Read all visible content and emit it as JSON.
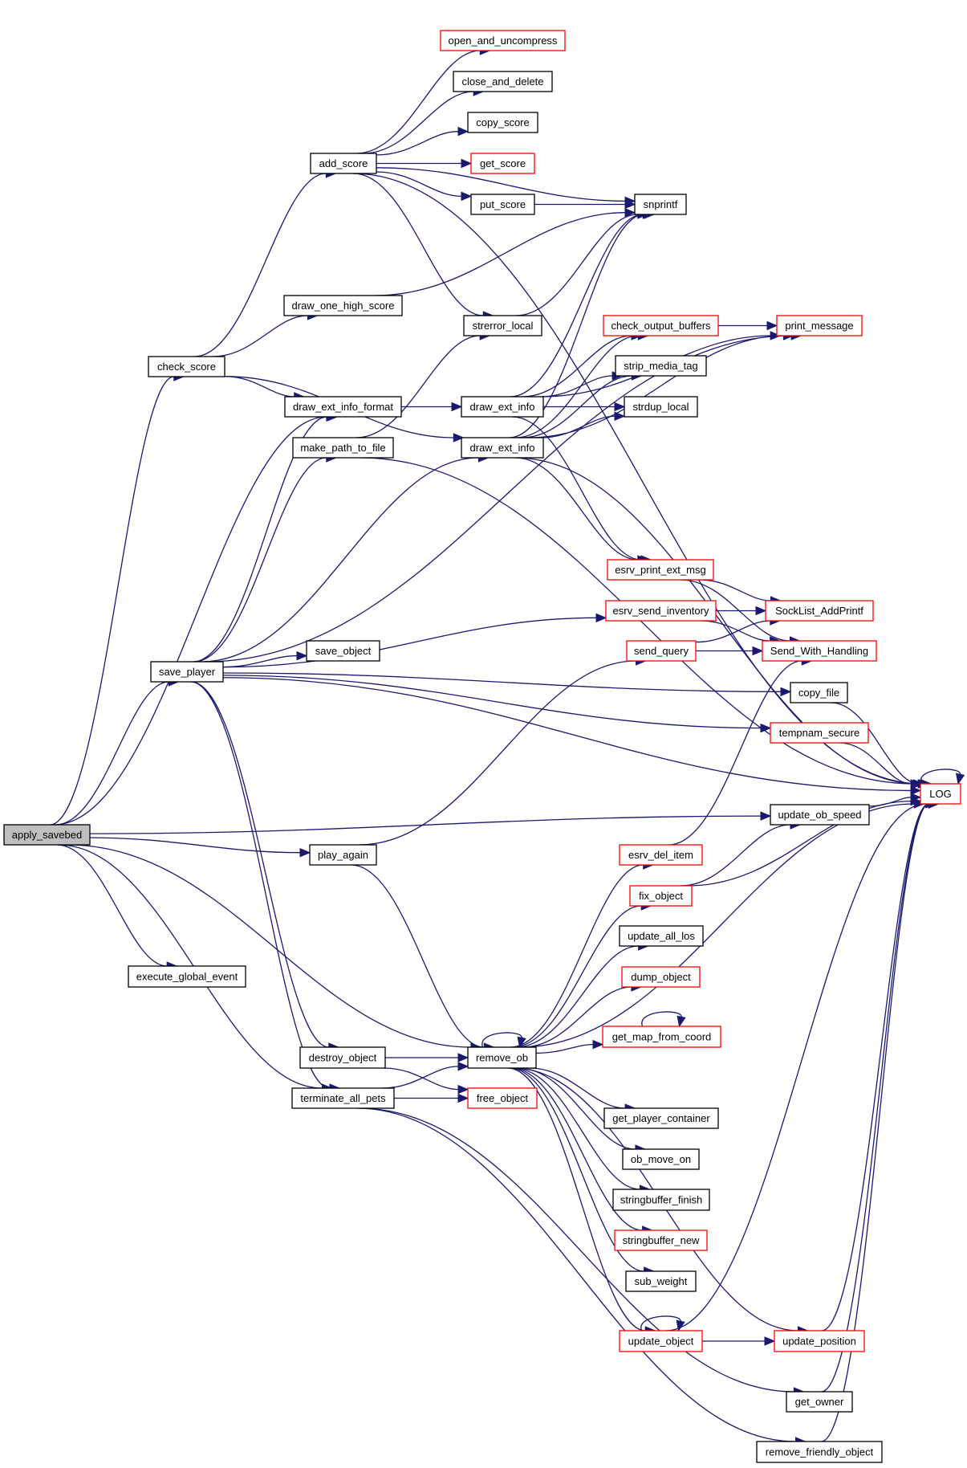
{
  "title": "apply_savebed call graph",
  "colors": {
    "edge": "#191970",
    "truncated_border": "#ff0000",
    "normal_border": "#000000",
    "root_fill": "#bfbfbf"
  },
  "nodes": [
    {
      "id": "apply_savebed",
      "label": "apply_savebed",
      "kind": "root"
    },
    {
      "id": "check_score",
      "label": "check_score",
      "kind": "normal"
    },
    {
      "id": "add_score",
      "label": "add_score",
      "kind": "normal"
    },
    {
      "id": "open_and_uncompress",
      "label": "open_and_uncompress",
      "kind": "truncated"
    },
    {
      "id": "close_and_delete",
      "label": "close_and_delete",
      "kind": "normal"
    },
    {
      "id": "copy_score",
      "label": "copy_score",
      "kind": "normal"
    },
    {
      "id": "get_score",
      "label": "get_score",
      "kind": "truncated"
    },
    {
      "id": "put_score",
      "label": "put_score",
      "kind": "normal"
    },
    {
      "id": "snprintf",
      "label": "snprintf",
      "kind": "normal"
    },
    {
      "id": "draw_one_high_score",
      "label": "draw_one_high_score",
      "kind": "normal"
    },
    {
      "id": "strerror_local",
      "label": "strerror_local",
      "kind": "normal"
    },
    {
      "id": "check_output_buffers",
      "label": "check_output_buffers",
      "kind": "truncated"
    },
    {
      "id": "print_message",
      "label": "print_message",
      "kind": "truncated"
    },
    {
      "id": "strip_media_tag",
      "label": "strip_media_tag",
      "kind": "normal"
    },
    {
      "id": "draw_ext_info_format",
      "label": "draw_ext_info_format",
      "kind": "normal"
    },
    {
      "id": "draw_ext_info_1",
      "label": "draw_ext_info",
      "kind": "normal"
    },
    {
      "id": "strdup_local",
      "label": "strdup_local",
      "kind": "normal"
    },
    {
      "id": "make_path_to_file",
      "label": "make_path_to_file",
      "kind": "normal"
    },
    {
      "id": "draw_ext_info_2",
      "label": "draw_ext_info",
      "kind": "normal"
    },
    {
      "id": "esrv_print_ext_msg",
      "label": "esrv_print_ext_msg",
      "kind": "truncated"
    },
    {
      "id": "esrv_send_inventory",
      "label": "esrv_send_inventory",
      "kind": "truncated"
    },
    {
      "id": "SockList_AddPrintf",
      "label": "SockList_AddPrintf",
      "kind": "truncated"
    },
    {
      "id": "save_player",
      "label": "save_player",
      "kind": "normal"
    },
    {
      "id": "save_object",
      "label": "save_object",
      "kind": "normal"
    },
    {
      "id": "send_query",
      "label": "send_query",
      "kind": "truncated"
    },
    {
      "id": "Send_With_Handling",
      "label": "Send_With_Handling",
      "kind": "truncated"
    },
    {
      "id": "copy_file",
      "label": "copy_file",
      "kind": "normal"
    },
    {
      "id": "tempnam_secure",
      "label": "tempnam_secure",
      "kind": "truncated"
    },
    {
      "id": "LOG",
      "label": "LOG",
      "kind": "truncated"
    },
    {
      "id": "update_ob_speed",
      "label": "update_ob_speed",
      "kind": "normal"
    },
    {
      "id": "play_again",
      "label": "play_again",
      "kind": "normal"
    },
    {
      "id": "esrv_del_item",
      "label": "esrv_del_item",
      "kind": "truncated"
    },
    {
      "id": "fix_object",
      "label": "fix_object",
      "kind": "truncated"
    },
    {
      "id": "update_all_los",
      "label": "update_all_los",
      "kind": "normal"
    },
    {
      "id": "execute_global_event",
      "label": "execute_global_event",
      "kind": "normal"
    },
    {
      "id": "dump_object",
      "label": "dump_object",
      "kind": "truncated"
    },
    {
      "id": "get_map_from_coord",
      "label": "get_map_from_coord",
      "kind": "truncated"
    },
    {
      "id": "destroy_object",
      "label": "destroy_object",
      "kind": "normal"
    },
    {
      "id": "remove_ob",
      "label": "remove_ob",
      "kind": "normal"
    },
    {
      "id": "terminate_all_pets",
      "label": "terminate_all_pets",
      "kind": "normal"
    },
    {
      "id": "free_object",
      "label": "free_object",
      "kind": "truncated"
    },
    {
      "id": "get_player_container",
      "label": "get_player_container",
      "kind": "normal"
    },
    {
      "id": "ob_move_on",
      "label": "ob_move_on",
      "kind": "normal"
    },
    {
      "id": "stringbuffer_finish",
      "label": "stringbuffer_finish",
      "kind": "normal"
    },
    {
      "id": "stringbuffer_new",
      "label": "stringbuffer_new",
      "kind": "truncated"
    },
    {
      "id": "sub_weight",
      "label": "sub_weight",
      "kind": "normal"
    },
    {
      "id": "update_object",
      "label": "update_object",
      "kind": "truncated"
    },
    {
      "id": "update_position",
      "label": "update_position",
      "kind": "truncated"
    },
    {
      "id": "get_owner",
      "label": "get_owner",
      "kind": "normal"
    },
    {
      "id": "remove_friendly_object",
      "label": "remove_friendly_object",
      "kind": "normal"
    }
  ],
  "edges": [
    [
      "apply_savebed",
      "check_score"
    ],
    [
      "apply_savebed",
      "draw_ext_info_format"
    ],
    [
      "apply_savebed",
      "save_player"
    ],
    [
      "apply_savebed",
      "update_ob_speed"
    ],
    [
      "apply_savebed",
      "play_again"
    ],
    [
      "apply_savebed",
      "remove_ob"
    ],
    [
      "apply_savebed",
      "execute_global_event"
    ],
    [
      "apply_savebed",
      "terminate_all_pets"
    ],
    [
      "check_score",
      "add_score"
    ],
    [
      "check_score",
      "draw_one_high_score"
    ],
    [
      "check_score",
      "draw_ext_info_format"
    ],
    [
      "check_score",
      "draw_ext_info_2"
    ],
    [
      "add_score",
      "open_and_uncompress"
    ],
    [
      "add_score",
      "close_and_delete"
    ],
    [
      "add_score",
      "copy_score"
    ],
    [
      "add_score",
      "get_score"
    ],
    [
      "add_score",
      "put_score"
    ],
    [
      "add_score",
      "snprintf"
    ],
    [
      "add_score",
      "strerror_local"
    ],
    [
      "add_score",
      "LOG"
    ],
    [
      "put_score",
      "snprintf"
    ],
    [
      "draw_one_high_score",
      "snprintf"
    ],
    [
      "strerror_local",
      "snprintf"
    ],
    [
      "draw_ext_info_format",
      "draw_ext_info_1"
    ],
    [
      "draw_ext_info_1",
      "snprintf"
    ],
    [
      "draw_ext_info_1",
      "check_output_buffers"
    ],
    [
      "draw_ext_info_1",
      "strip_media_tag"
    ],
    [
      "draw_ext_info_1",
      "strdup_local"
    ],
    [
      "draw_ext_info_1",
      "print_message"
    ],
    [
      "draw_ext_info_1",
      "esrv_print_ext_msg"
    ],
    [
      "draw_ext_info_2",
      "snprintf"
    ],
    [
      "draw_ext_info_2",
      "check_output_buffers"
    ],
    [
      "draw_ext_info_2",
      "strip_media_tag"
    ],
    [
      "draw_ext_info_2",
      "strdup_local"
    ],
    [
      "draw_ext_info_2",
      "print_message"
    ],
    [
      "draw_ext_info_2",
      "esrv_print_ext_msg"
    ],
    [
      "draw_ext_info_2",
      "LOG"
    ],
    [
      "check_output_buffers",
      "print_message"
    ],
    [
      "make_path_to_file",
      "strerror_local"
    ],
    [
      "make_path_to_file",
      "LOG"
    ],
    [
      "esrv_print_ext_msg",
      "SockList_AddPrintf"
    ],
    [
      "esrv_print_ext_msg",
      "Send_With_Handling"
    ],
    [
      "esrv_send_inventory",
      "SockList_AddPrintf"
    ],
    [
      "esrv_send_inventory",
      "Send_With_Handling"
    ],
    [
      "send_query",
      "SockList_AddPrintf"
    ],
    [
      "send_query",
      "Send_With_Handling"
    ],
    [
      "save_player",
      "draw_ext_info_format"
    ],
    [
      "save_player",
      "make_path_to_file"
    ],
    [
      "save_player",
      "draw_ext_info_2"
    ],
    [
      "save_player",
      "print_message"
    ],
    [
      "save_player",
      "esrv_send_inventory"
    ],
    [
      "save_player",
      "save_object"
    ],
    [
      "save_player",
      "copy_file"
    ],
    [
      "save_player",
      "tempnam_secure"
    ],
    [
      "save_player",
      "LOG"
    ],
    [
      "save_player",
      "destroy_object"
    ],
    [
      "save_player",
      "terminate_all_pets"
    ],
    [
      "copy_file",
      "LOG"
    ],
    [
      "tempnam_secure",
      "LOG"
    ],
    [
      "LOG",
      "LOG"
    ],
    [
      "update_ob_speed",
      "LOG"
    ],
    [
      "play_again",
      "send_query"
    ],
    [
      "play_again",
      "remove_ob"
    ],
    [
      "esrv_del_item",
      "Send_With_Handling"
    ],
    [
      "fix_object",
      "update_ob_speed"
    ],
    [
      "fix_object",
      "LOG"
    ],
    [
      "get_map_from_coord",
      "get_map_from_coord"
    ],
    [
      "destroy_object",
      "remove_ob"
    ],
    [
      "destroy_object",
      "free_object"
    ],
    [
      "terminate_all_pets",
      "remove_ob"
    ],
    [
      "terminate_all_pets",
      "free_object"
    ],
    [
      "terminate_all_pets",
      "get_owner"
    ],
    [
      "terminate_all_pets",
      "remove_friendly_object"
    ],
    [
      "remove_ob",
      "remove_ob"
    ],
    [
      "remove_ob",
      "esrv_del_item"
    ],
    [
      "remove_ob",
      "fix_object"
    ],
    [
      "remove_ob",
      "update_all_los"
    ],
    [
      "remove_ob",
      "dump_object"
    ],
    [
      "remove_ob",
      "get_map_from_coord"
    ],
    [
      "remove_ob",
      "LOG"
    ],
    [
      "remove_ob",
      "get_player_container"
    ],
    [
      "remove_ob",
      "ob_move_on"
    ],
    [
      "remove_ob",
      "stringbuffer_finish"
    ],
    [
      "remove_ob",
      "stringbuffer_new"
    ],
    [
      "remove_ob",
      "sub_weight"
    ],
    [
      "remove_ob",
      "update_object"
    ],
    [
      "remove_ob",
      "update_position"
    ],
    [
      "update_object",
      "update_object"
    ],
    [
      "update_object",
      "update_position"
    ],
    [
      "update_object",
      "LOG"
    ],
    [
      "update_position",
      "LOG"
    ],
    [
      "get_owner",
      "LOG"
    ],
    [
      "remove_friendly_object",
      "LOG"
    ]
  ]
}
